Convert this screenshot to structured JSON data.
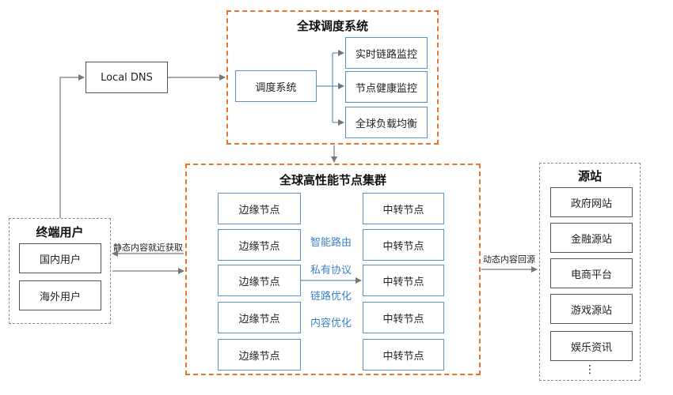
{
  "local_dns": {
    "label": "Local DNS"
  },
  "dispatch": {
    "title": "全球调度系统",
    "core": "调度系统",
    "modules": [
      "实时链路监控",
      "节点健康监控",
      "全球负载均衡"
    ]
  },
  "cluster": {
    "title": "全球高性能节点集群",
    "edge_nodes": [
      "边缘节点",
      "边缘节点",
      "边缘节点",
      "边缘节点",
      "边缘节点"
    ],
    "relay_nodes": [
      "中转节点",
      "中转节点",
      "中转节点",
      "中转节点",
      "中转节点"
    ],
    "features": [
      "智能路由",
      "私有协议",
      "链路优化",
      "内容优化"
    ]
  },
  "users": {
    "title": "终端用户",
    "items": [
      "国内用户",
      "海外用户"
    ]
  },
  "origin": {
    "title": "源站",
    "items": [
      "政府网站",
      "金融源站",
      "电商平台",
      "游戏源站",
      "娱乐资讯"
    ],
    "more": "⋮"
  },
  "edges": {
    "static_content": "静态内容就近获取",
    "dynamic_content": "动态内容回源"
  },
  "colors": {
    "accent_orange": "#e8742a",
    "box_blue": "#5b8fc8",
    "feature_blue": "#3e82c7"
  }
}
